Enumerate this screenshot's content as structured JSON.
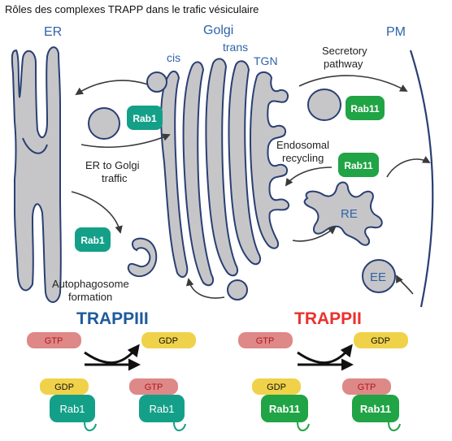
{
  "title": "Rôles des complexes TRAPP dans le trafic vésiculaire",
  "regions": {
    "er": "ER",
    "golgi": "Golgi",
    "cis": "cis",
    "trans": "trans",
    "tgn": "TGN",
    "pm": "PM",
    "re": "RE",
    "ee": "EE"
  },
  "pathways": {
    "secretory_line1": "Secretory",
    "secretory_line2": "pathway",
    "endosomal_line1": "Endosomal",
    "endosomal_line2": "recycling",
    "er_golgi_line1": "ER to Golgi",
    "er_golgi_line2": "traffic",
    "autophagosome_line1": "Autophagosome",
    "autophagosome_line2": "formation"
  },
  "badges": {
    "rab1_top": "Rab1",
    "rab1_lower": "Rab1",
    "rab11_top": "Rab11",
    "rab11_mid": "Rab11"
  },
  "complexes": {
    "trappiii": "TRAPPIII",
    "trappii": "TRAPPII"
  },
  "cycle_left": {
    "gtp_in": "GTP",
    "gdp_out": "GDP",
    "gdp_bound": "GDP",
    "gtp_bound": "GTP",
    "protein_a": "Rab1",
    "protein_b": "Rab1"
  },
  "cycle_right": {
    "gtp_in": "GTP",
    "gdp_out": "GDP",
    "gdp_bound": "GDP",
    "gtp_bound": "GTP",
    "protein_a": "Rab11",
    "protein_b": "Rab11"
  },
  "colors": {
    "membrane_fill": "#c6c6c8",
    "membrane_stroke": "#2a3f73",
    "arrow": "#3a3a3a",
    "rab1": "#14a088",
    "rab11": "#20a445",
    "gtp": "#de8888",
    "gdp": "#f0d24a",
    "trappiii": "#1e5a9c",
    "trappii": "#e8322e",
    "label_blue": "#2f63a8"
  }
}
